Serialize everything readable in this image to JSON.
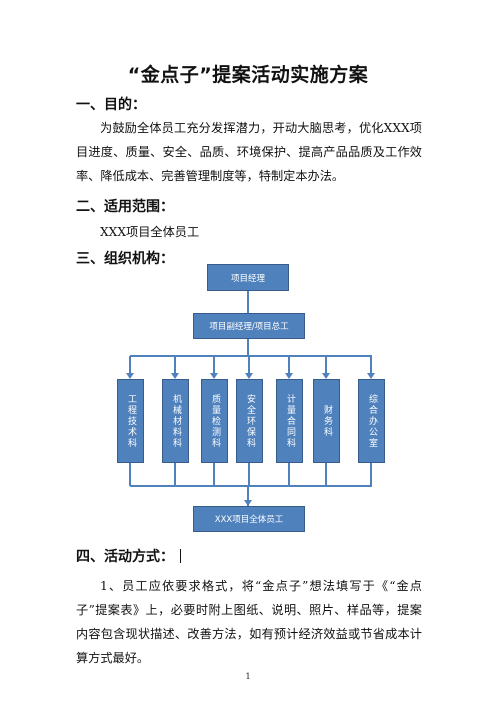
{
  "title": "“金点子”提案活动实施方案",
  "section1": {
    "heading": "一、目的：",
    "body": "为鼓励全体员工充分发挥潜力，开动大脑思考，优化XXX项目进度、质量、安全、品质、环境保护、提高产品品质及工作效率、降低成本、完善管理制度等，特制定本办法。"
  },
  "section2": {
    "heading": "二、适用范围：",
    "body": "XXX项目全体员工"
  },
  "section3": {
    "heading": "三、组织机构："
  },
  "org": {
    "top": "项目经理",
    "second": "项目副经理/项目总工",
    "departments": [
      "工程技术科",
      "机械材料科",
      "质量检测科",
      "安全环保科",
      "计量合同科",
      "财务科",
      "综合办公室"
    ],
    "bottom": "XXX项目全体员工",
    "colors": {
      "box_fill": "#4f81bd",
      "box_border": "#385d8a",
      "connector": "#4f81bd"
    }
  },
  "section4": {
    "heading": "四、活动方式：",
    "body": "1、员工应依要求格式，将“金点子”想法填写于《“金点子”提案表》上，必要时附上图纸、说明、照片、样品等，提案内容包含现状描述、改善方法，如有预计经济效益或节省成本计算方式最好。"
  },
  "page_number": "1"
}
